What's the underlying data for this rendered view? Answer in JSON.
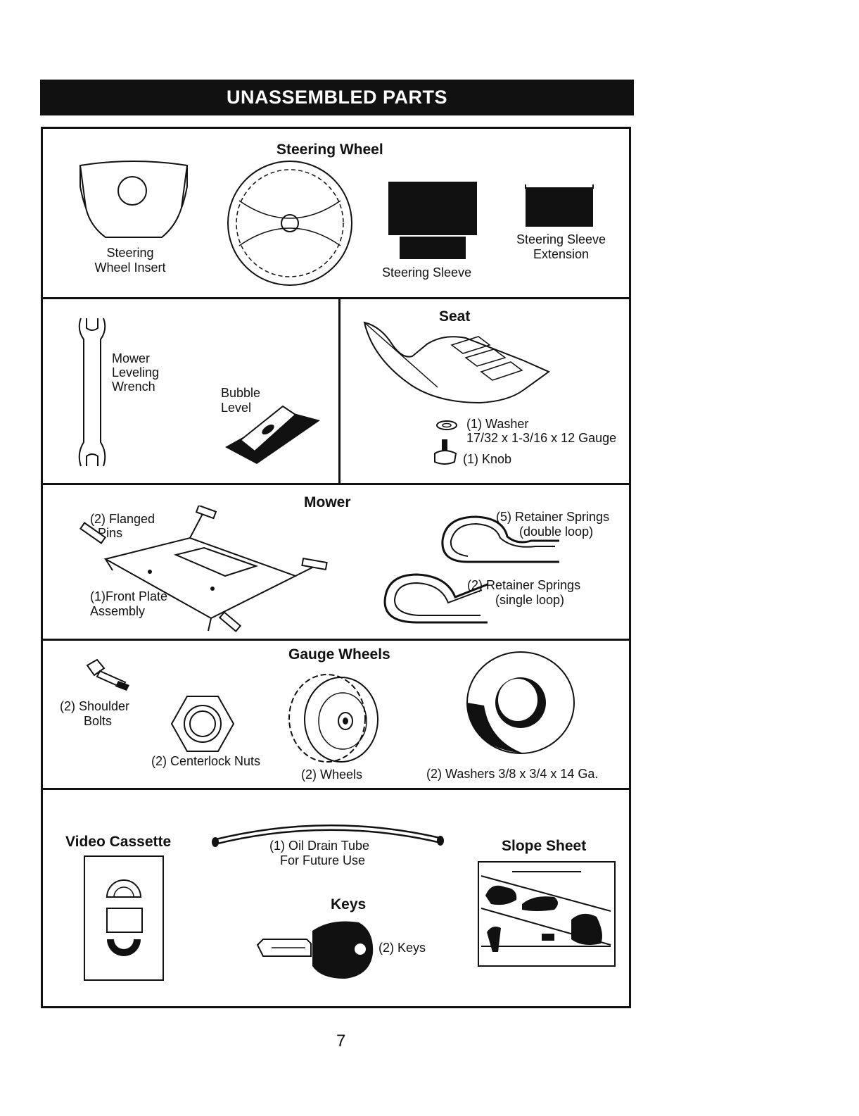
{
  "title": "UNASSEMBLED PARTS",
  "sections": {
    "steering": {
      "heading": "Steering Wheel",
      "insert_line1": "Steering",
      "insert_line2": "Wheel Insert",
      "sleeve": "Steering Sleeve",
      "ext_line1": "Steering Sleeve",
      "ext_line2": "Extension"
    },
    "tools": {
      "wrench_line1": "Mower",
      "wrench_line2": "Leveling",
      "wrench_line3": "Wrench",
      "level_line1": "Bubble",
      "level_line2": "Level"
    },
    "seat": {
      "heading": "Seat",
      "washer": "(1) Washer",
      "washer_spec": "17/32 x 1-3/16 x 12 Gauge",
      "knob": "(1) Knob"
    },
    "mower": {
      "heading": "Mower",
      "pins_line1": "(2) Flanged",
      "pins_line2": "Pins",
      "plate_line1": "(1)Front Plate",
      "plate_line2": "Assembly",
      "double_line1": "(5)  Retainer Springs",
      "double_line2": "(double loop)",
      "single_line1": "(2)  Retainer Springs",
      "single_line2": "(single loop)"
    },
    "gauge": {
      "heading": "Gauge Wheels",
      "bolts_line1": "(2) Shoulder",
      "bolts_line2": "Bolts",
      "nuts": "(2) Centerlock Nuts",
      "wheels": "(2) Wheels",
      "washers": "(2) Washers 3/8 x 3/4 x 14 Ga."
    },
    "misc": {
      "video": "Video Cassette",
      "tube_line1": "(1) Oil Drain Tube",
      "tube_line2": "For Future Use",
      "keys_heading": "Keys",
      "keys": "(2) Keys",
      "slope": "Slope Sheet"
    }
  },
  "page_number": "7"
}
